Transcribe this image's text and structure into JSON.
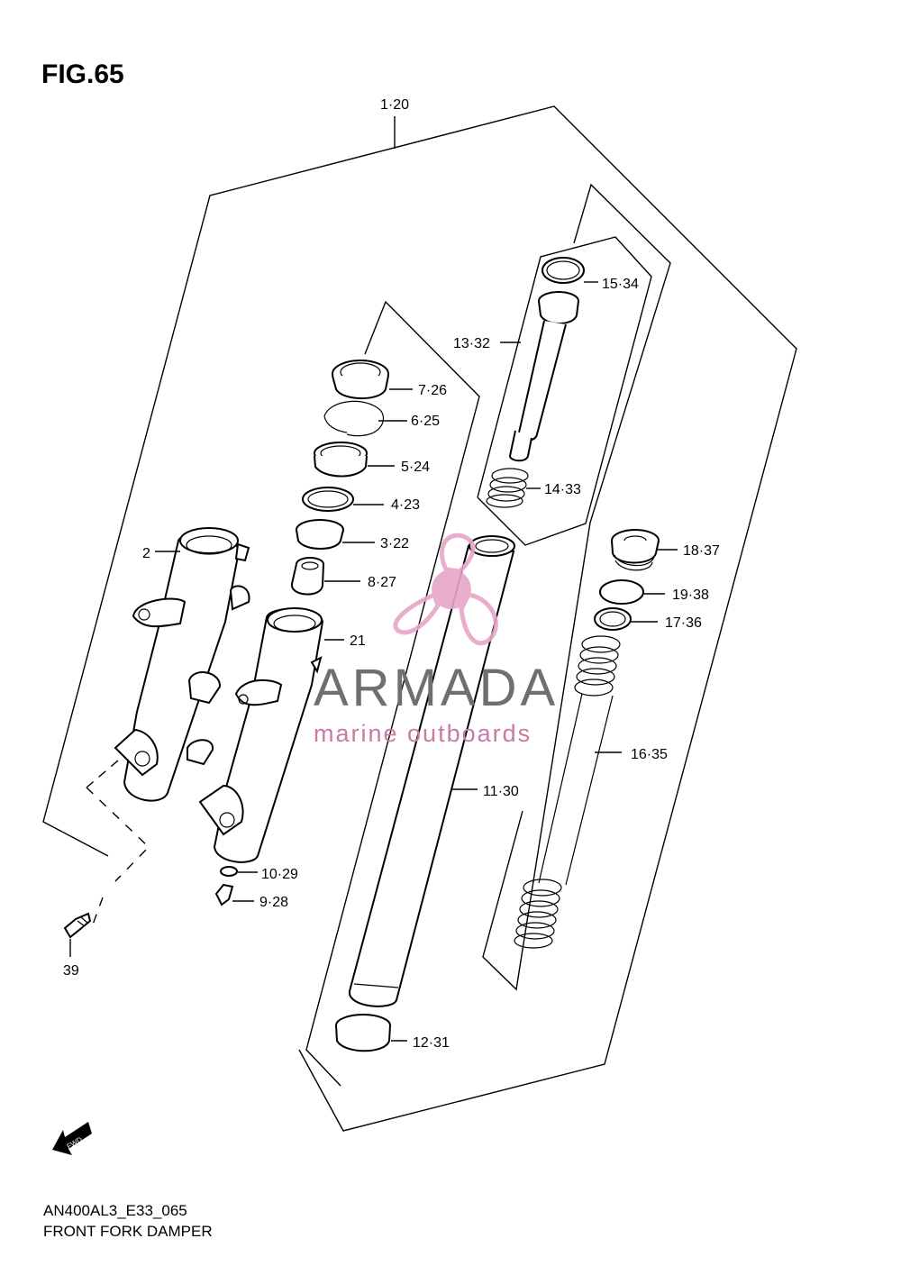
{
  "figure": {
    "title": "FIG.65",
    "code": "AN400AL3_E33_065",
    "name": "FRONT FORK DAMPER",
    "fwd_arrow_text": "FWD"
  },
  "callouts": {
    "c1_20": "1·20",
    "c2": "2",
    "c3_22": "3·22",
    "c4_23": "4·23",
    "c5_24": "5·24",
    "c6_25": "6·25",
    "c7_26": "7·26",
    "c8_27": "8·27",
    "c9_28": "9·28",
    "c10_29": "10·29",
    "c11_30": "11·30",
    "c12_31": "12·31",
    "c13_32": "13·32",
    "c14_33": "14·33",
    "c15_34": "15·34",
    "c16_35": "16·35",
    "c17_36": "17·36",
    "c18_37": "18·37",
    "c19_38": "19·38",
    "c21": "21",
    "c39": "39"
  },
  "watermark": {
    "brand": "ARMADA",
    "tagline": "marine outboards",
    "brand_color": "#6f6f6f",
    "accent_color": "#e8a6c8"
  }
}
